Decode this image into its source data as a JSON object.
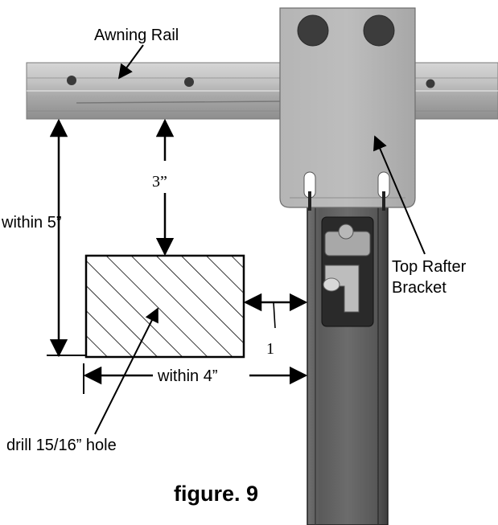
{
  "figure": {
    "caption": "figure. 9"
  },
  "labels": {
    "awning_rail": "Awning Rail",
    "top_rafter_bracket_line1": "Top Rafter",
    "top_rafter_bracket_line2": "Bracket",
    "drill_hole": "drill 15/16” hole"
  },
  "dimensions": {
    "rail_to_hole_top": "3”",
    "rail_to_hole_bottom": "within 5”",
    "hole_to_rafter_horizontal": "within 4”",
    "hole_to_rafter_gap": "1"
  }
}
